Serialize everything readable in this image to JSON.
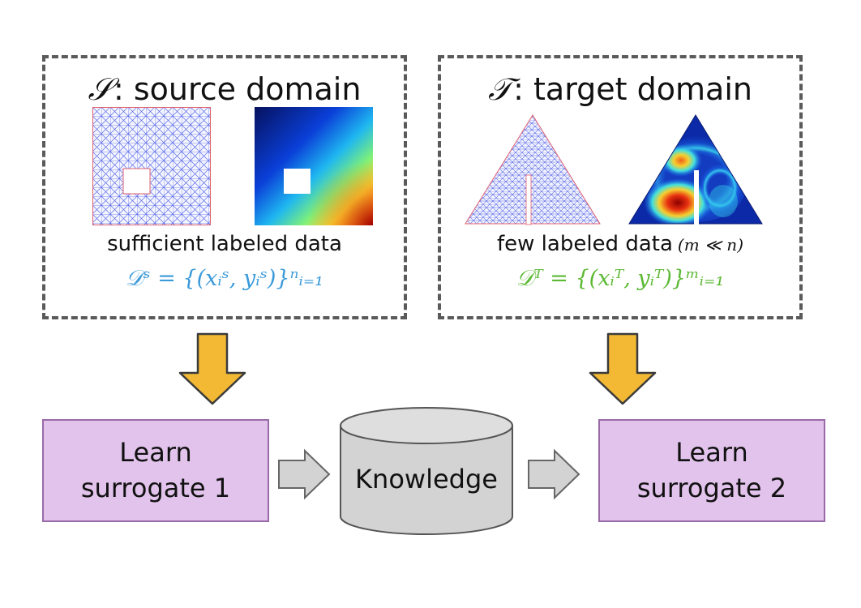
{
  "source_panel": {
    "symbol": "𝒮",
    "title": ": source domain",
    "caption": "sufficient labeled data",
    "formula": "𝒟ˢ = {(xᵢˢ, yᵢˢ)}ⁿᵢ₌₁"
  },
  "target_panel": {
    "symbol": "𝒯",
    "title": ": target domain",
    "caption": "few labeled data",
    "caption_note": "(m ≪ n)",
    "formula": "𝒟ᵀ = {(xᵢᵀ, yᵢᵀ)}ᵐᵢ₌₁"
  },
  "boxes": {
    "learn1_line1": "Learn",
    "learn1_line2": "surrogate 1",
    "knowledge": "Knowledge",
    "learn2_line1": "Learn",
    "learn2_line2": "surrogate 2"
  },
  "colors": {
    "arrow_down": "#f3b935",
    "box_fill": "#e2c3ec",
    "cylinder_fill": "#d3d3d3",
    "source_formula": "#3a9ad9",
    "target_formula": "#5cb934",
    "mesh_lines": "#5b6be8",
    "mesh_boundary": "#e06070"
  }
}
